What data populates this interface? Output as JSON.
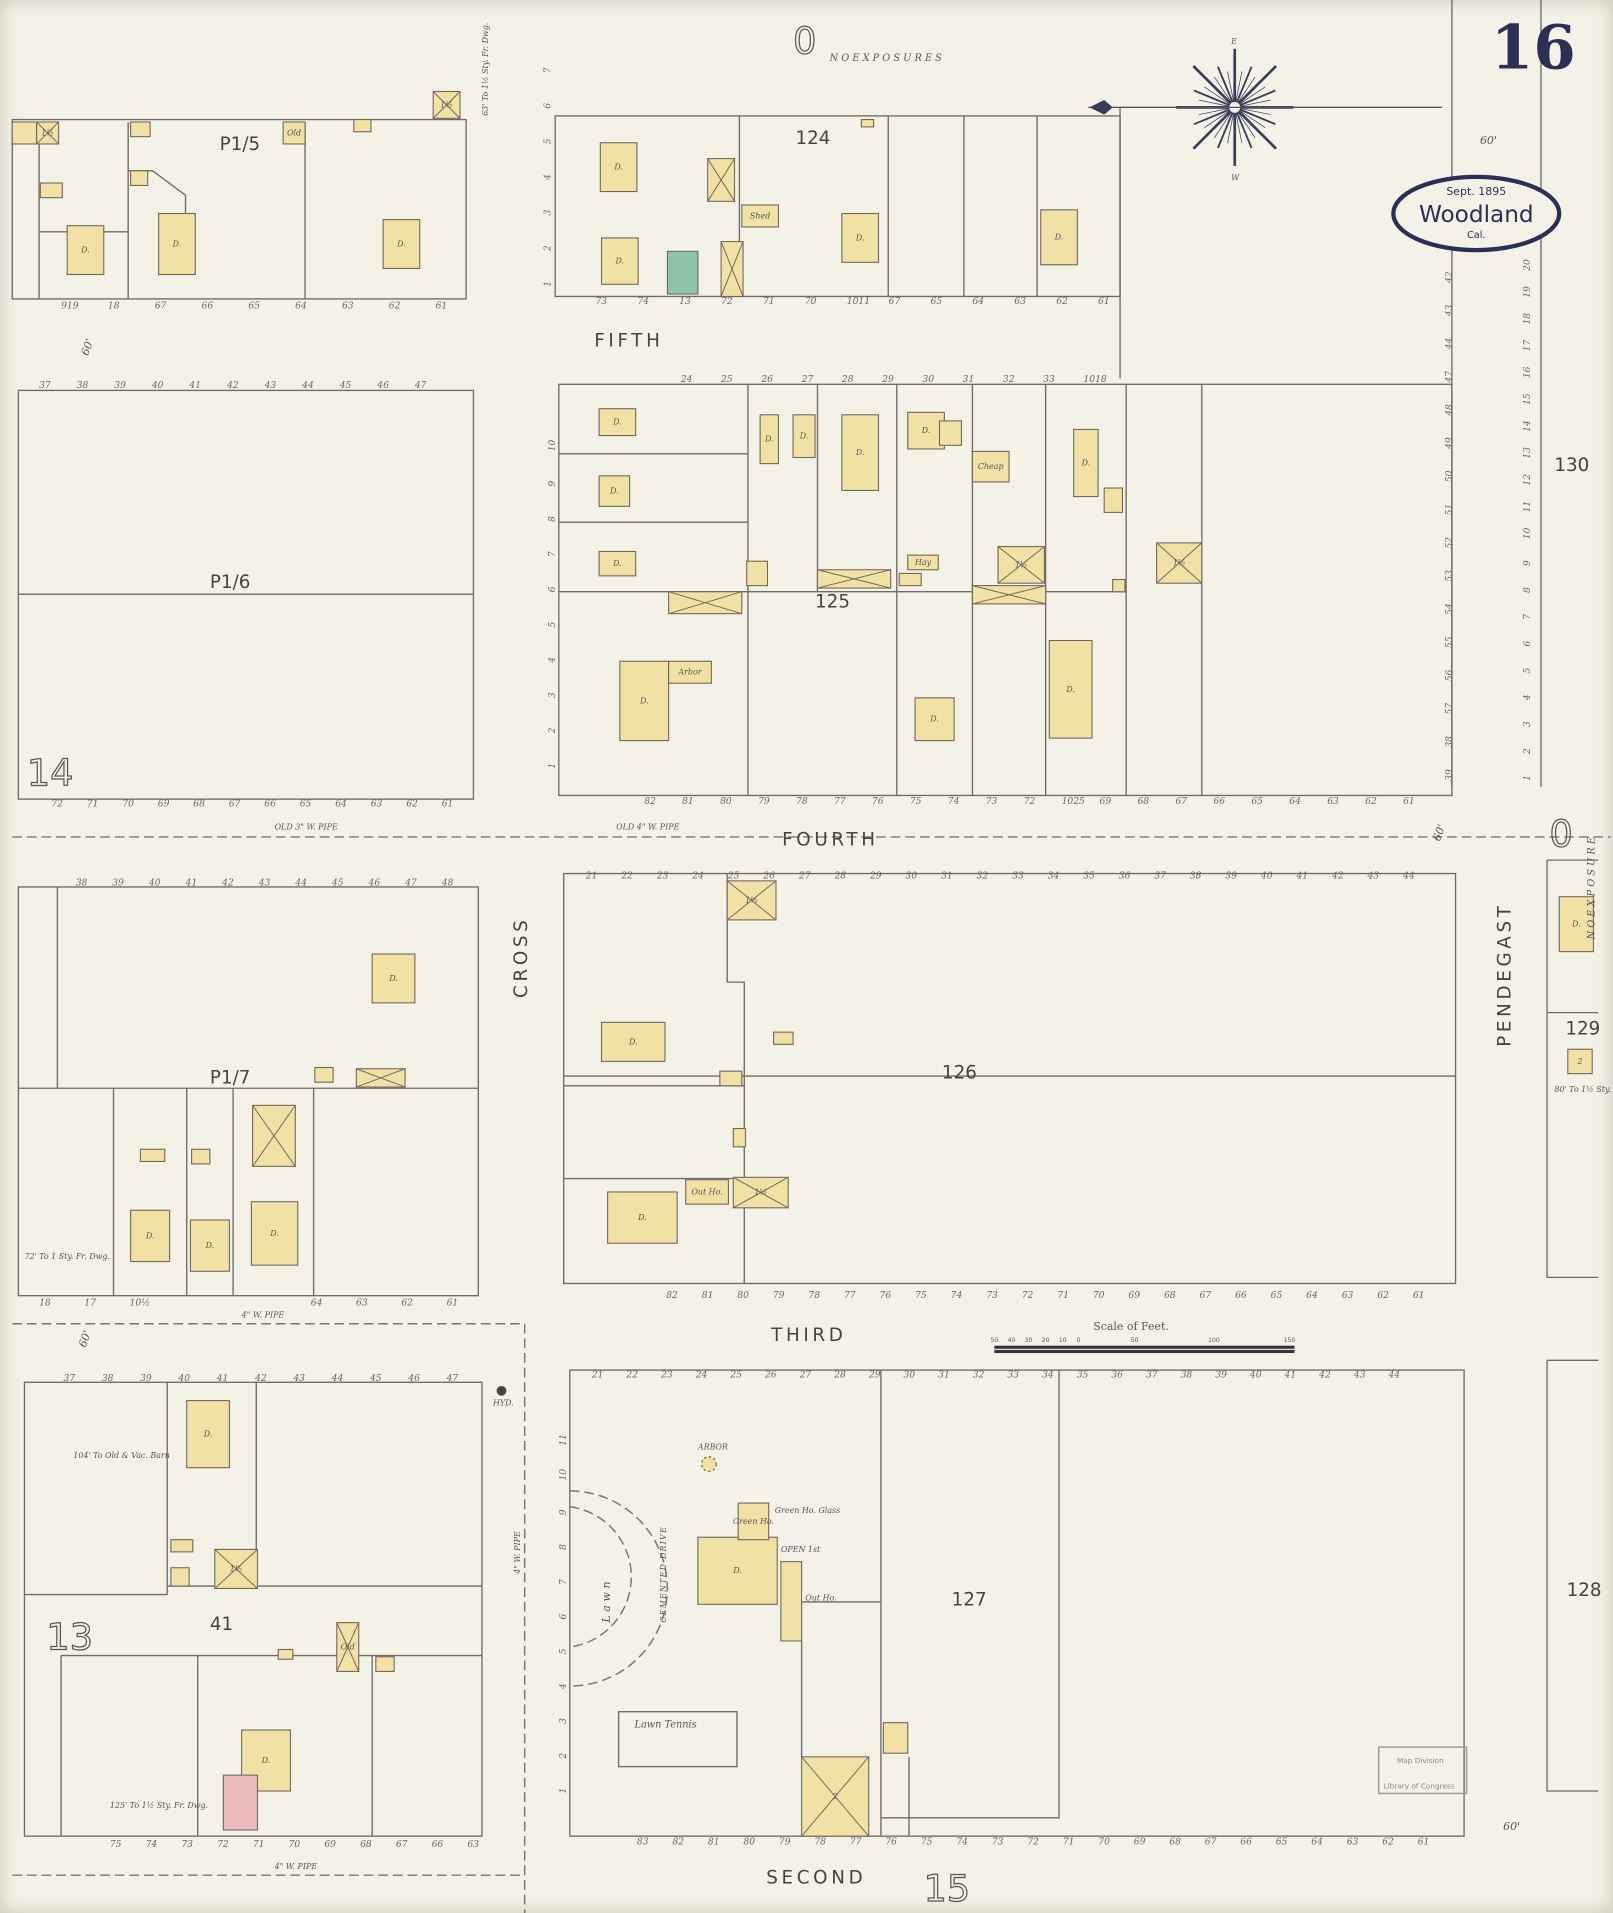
{
  "sheet_number": "16",
  "title": {
    "date": "Sept. 1895",
    "city": "Woodland",
    "state": "Cal."
  },
  "colors": {
    "paper": "#f4f2e6",
    "frame_building": "#f1e1a5",
    "brick_building": "#e9b9bc",
    "stone_building": "#8fc3a8",
    "ink": "#2b2f55"
  },
  "compass": {
    "top": "E",
    "bottom": "W"
  },
  "streets": {
    "fifth": "FIFTH",
    "fourth": "FOURTH",
    "third": "THIRD",
    "second": "SECOND",
    "cross": "CROSS",
    "pendegast": "PENDEGAST"
  },
  "blocks": {
    "b124": "124",
    "b125": "125",
    "b126": "126",
    "b127": "127",
    "b128": "128",
    "b129": "129",
    "b130": "130",
    "b41": "41",
    "p5": "P1/5",
    "p6": "P1/6",
    "p7": "P1/7"
  },
  "sheet_refs": {
    "top": "0",
    "right": "0",
    "left_top": "14",
    "left_bottom": "13",
    "bottom": "15"
  },
  "notes": {
    "no_exposures_top": "N O   E X P O S U R E S",
    "no_exposures_right": "N O   E X P O S U R E",
    "old_3_pipe": "OLD 3\" W. PIPE",
    "old_4_pipe": "OLD 4\" W. PIPE",
    "pipe_4_a": "4\" W. PIPE",
    "pipe_4_b": "4\" W. PIPE",
    "pipe_4_c": "4\" W. PIPE",
    "hydrant": "HYD.",
    "lawn": "Lawn",
    "cemented_drive": "CEMENTED DRIVE",
    "lawn_tennis": "Lawn Tennis",
    "arbor": "ARBOR",
    "green_house": "Green Ho. Glass",
    "open_1st": "OPEN 1st",
    "out_house": "Out Ho.",
    "note_72": "72' To 1 Sty. Fr. Dwg.",
    "note_104": "104' To Old & Vac. Barn",
    "note_125": "125' To 1½ Sty. Fr. Dwg.",
    "note_80": "80' To 1½ Sty. Fr. Dwg.",
    "note_63": "63' To 1½ Sty. Fr. Dwg.",
    "width_60": "60'"
  },
  "scale": {
    "title": "Scale of Feet.",
    "ticks": [
      "50",
      "40",
      "30",
      "20",
      "10",
      "0",
      "50",
      "100",
      "150"
    ]
  },
  "stamp": {
    "line1": "Map Division",
    "line2": "Library of Congress"
  },
  "lot_rows": [
    {
      "labels": [
        "919",
        "18",
        "67",
        "66",
        "65",
        "64",
        "63",
        "62",
        "61"
      ]
    },
    {
      "labels": [
        "37",
        "38",
        "39",
        "40",
        "41",
        "42",
        "43",
        "44",
        "45",
        "46",
        "47"
      ]
    },
    {
      "labels": [
        "72",
        "71",
        "70",
        "69",
        "68",
        "67",
        "66",
        "65",
        "64",
        "63",
        "62",
        "61"
      ]
    },
    {
      "labels": [
        "38",
        "39",
        "40",
        "41",
        "42",
        "43",
        "44",
        "45",
        "46",
        "47",
        "48"
      ]
    },
    {
      "labels": [
        "18",
        "17",
        "10½",
        "",
        "",
        "",
        "64",
        "63",
        "62",
        "61"
      ]
    },
    {
      "labels": [
        "37",
        "38",
        "39",
        "40",
        "41",
        "42",
        "43",
        "44",
        "45",
        "46",
        "47"
      ]
    },
    {
      "labels": [
        "75",
        "74",
        "73",
        "72",
        "71",
        "70",
        "69",
        "68",
        "67",
        "66",
        "63"
      ]
    },
    {
      "labels": [
        "73",
        "74",
        "13",
        "72",
        "71",
        "70",
        "1011",
        "67",
        "65",
        "64",
        "63",
        "62",
        "61"
      ]
    },
    {
      "labels": [
        "24",
        "25",
        "26",
        "27",
        "28",
        "29",
        "30",
        "31",
        "32",
        "33",
        "1018"
      ]
    },
    {
      "labels": [
        "82",
        "81",
        "80",
        "79",
        "78",
        "77",
        "76",
        "75",
        "74",
        "73",
        "72",
        "1025",
        "69",
        "68",
        "67",
        "66",
        "65",
        "64",
        "63",
        "62",
        "61"
      ]
    },
    {
      "labels": [
        "21",
        "22",
        "23",
        "24",
        "25",
        "26",
        "27",
        "28",
        "29",
        "30",
        "31",
        "32",
        "33",
        "34",
        "35",
        "36",
        "37",
        "38",
        "39",
        "40",
        "41",
        "42",
        "43",
        "44"
      ]
    },
    {
      "labels": [
        "82",
        "81",
        "80",
        "79",
        "78",
        "77",
        "76",
        "75",
        "74",
        "73",
        "72",
        "71",
        "70",
        "69",
        "68",
        "67",
        "66",
        "65",
        "64",
        "63",
        "62",
        "61"
      ]
    },
    {
      "labels": [
        "21",
        "22",
        "23",
        "24",
        "25",
        "26",
        "27",
        "28",
        "29",
        "30",
        "31",
        "32",
        "33",
        "34",
        "35",
        "36",
        "37",
        "38",
        "39",
        "40",
        "41",
        "42",
        "43",
        "44"
      ]
    },
    {
      "labels": [
        "83",
        "82",
        "81",
        "80",
        "79",
        "78",
        "77",
        "76",
        "75",
        "74",
        "73",
        "72",
        "71",
        "70",
        "69",
        "68",
        "67",
        "66",
        "65",
        "64",
        "63",
        "62",
        "61"
      ]
    },
    {
      "labels": [
        "7",
        "6",
        "5",
        "4",
        "3",
        "2",
        "1"
      ]
    },
    {
      "labels": [
        "10",
        "9",
        "8",
        "7",
        "6",
        "5",
        "4",
        "3",
        "2",
        "1"
      ]
    },
    {
      "labels": [
        "11",
        "10",
        "9",
        "8",
        "7",
        "6",
        "5",
        "4",
        "3",
        "2",
        "1"
      ]
    },
    {
      "labels": [
        "42",
        "43",
        "44",
        "47",
        "48",
        "49",
        "50",
        "51",
        "52",
        "53",
        "54",
        "55",
        "56",
        "57",
        "38",
        "39"
      ]
    },
    {
      "labels": [
        "20",
        "19",
        "18",
        "17",
        "16",
        "15",
        "14",
        "13",
        "12",
        "11",
        "10",
        "9",
        "8",
        "7",
        "6",
        "5",
        "4",
        "3",
        "2",
        "1"
      ]
    }
  ],
  "buildings": [
    {
      "label": ""
    },
    {
      "label": "1½"
    },
    {
      "label": ""
    },
    {
      "label": "Old"
    },
    {
      "label": ""
    },
    {
      "label": "1½"
    },
    {
      "label": ""
    },
    {
      "label": "D."
    },
    {
      "label": "D."
    },
    {
      "label": "D."
    },
    {
      "label": ""
    },
    {
      "label": "D."
    },
    {
      "label": ""
    },
    {
      "label": "Shed"
    },
    {
      "label": "D."
    },
    {
      "label": ""
    },
    {
      "label": ""
    },
    {
      "label": "D."
    },
    {
      "label": "D."
    },
    {
      "label": ""
    },
    {
      "label": "D."
    },
    {
      "label": "D."
    },
    {
      "label": "D."
    },
    {
      "label": ""
    },
    {
      "label": "D."
    },
    {
      "label": "D."
    },
    {
      "label": "D."
    },
    {
      "label": "D."
    },
    {
      "label": ""
    },
    {
      "label": "Cheap"
    },
    {
      "label": "D."
    },
    {
      "label": ""
    },
    {
      "label": "1½"
    },
    {
      "label": "1½"
    },
    {
      "label": ""
    },
    {
      "label": ""
    },
    {
      "label": ""
    },
    {
      "label": ""
    },
    {
      "label": "Hay"
    },
    {
      "label": "D."
    },
    {
      "label": "Arbor"
    },
    {
      "label": "D."
    },
    {
      "label": "D."
    },
    {
      "label": ""
    },
    {
      "label": "1½"
    },
    {
      "label": "D."
    },
    {
      "label": ""
    },
    {
      "label": ""
    },
    {
      "label": ""
    },
    {
      "label": "Out Ho."
    },
    {
      "label": "1½"
    },
    {
      "label": "D."
    },
    {
      "label": "D."
    },
    {
      "label": ""
    },
    {
      "label": ""
    },
    {
      "label": ""
    },
    {
      "label": ""
    },
    {
      "label": ""
    },
    {
      "label": "D."
    },
    {
      "label": "D."
    },
    {
      "label": "D."
    },
    {
      "label": "D."
    },
    {
      "label": ""
    },
    {
      "label": "1½"
    },
    {
      "label": ""
    },
    {
      "label": "Old"
    },
    {
      "label": ""
    },
    {
      "label": ""
    },
    {
      "label": "D."
    },
    {
      "label": ""
    },
    {
      "label": "D."
    },
    {
      "label": "Green Ho."
    },
    {
      "label": ""
    },
    {
      "label": "2"
    },
    {
      "label": ""
    },
    {
      "label": "D."
    },
    {
      "label": "2"
    }
  ]
}
